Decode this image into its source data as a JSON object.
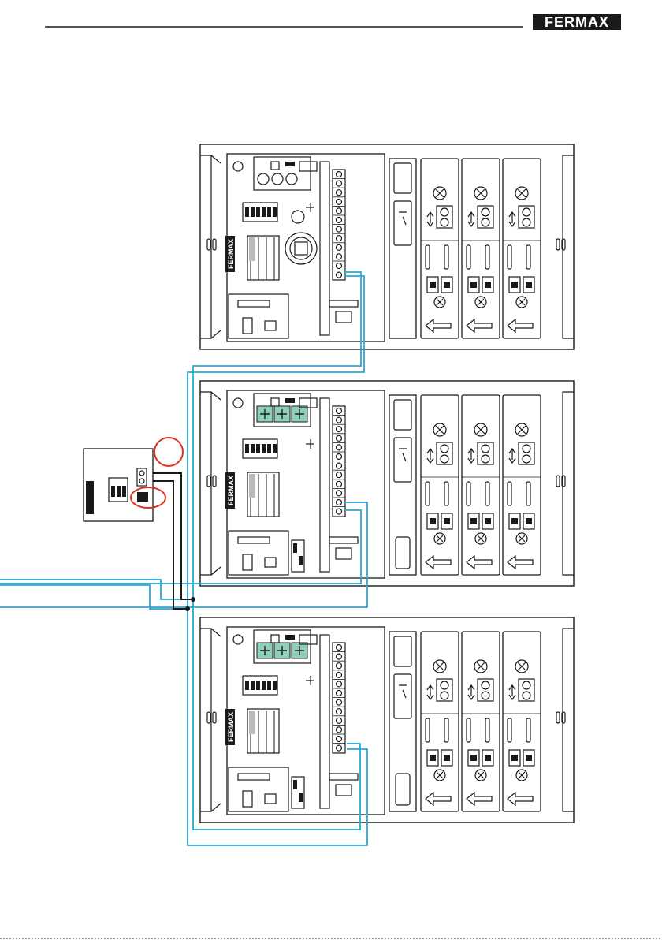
{
  "header": {
    "brand": "FERMAX"
  },
  "colors": {
    "line": "#1a1a1a",
    "bus": "#29a8d8",
    "highlight": "#e0301e",
    "terminal": "#8fd1b8"
  },
  "panels": [
    {
      "name": "panel-top",
      "board_brand": "FERMAX",
      "modules": 3
    },
    {
      "name": "panel-middle",
      "board_brand": "FERMAX",
      "modules": 3
    },
    {
      "name": "panel-bottom",
      "board_brand": "FERMAX",
      "modules": 3
    }
  ],
  "power_supply": {
    "name": "power-supply-unit"
  }
}
